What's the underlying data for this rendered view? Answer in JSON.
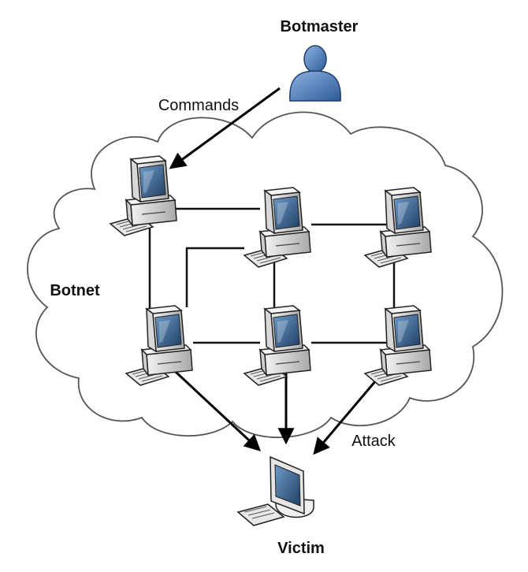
{
  "labels": {
    "botmaster": "Botmaster",
    "commands": "Commands",
    "botnet": "Botnet",
    "attack": "Attack",
    "victim": "Victim"
  },
  "colors": {
    "user": "#3f6fb0",
    "cloud_stroke": "#555555",
    "monitor_body": "#d9d9d9",
    "screen": "#2f5a86"
  },
  "icons": {
    "botmaster": "user-icon",
    "bot": "desktop-computer-icon",
    "victim": "flat-monitor-icon"
  },
  "bot_count": 6
}
